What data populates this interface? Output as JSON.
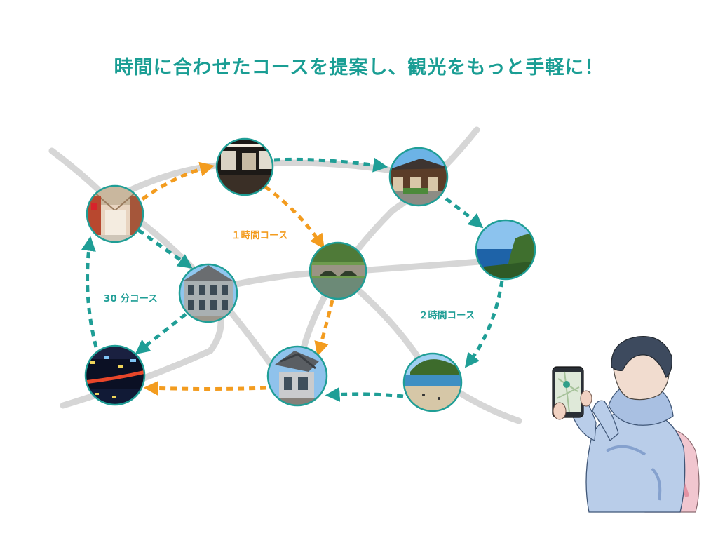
{
  "title": "時間に合わせたコースを提案し、観光をもっと手軽に！",
  "courses": [
    {
      "id": "30min",
      "label": "30 分コース",
      "color": "#1f9e96"
    },
    {
      "id": "1h",
      "label": "１時間コース",
      "color": "#f39c1f"
    },
    {
      "id": "2h",
      "label": "２時間コース",
      "color": "#1f9e96"
    }
  ],
  "spots": [
    {
      "id": "arcade",
      "icon": "shopping-arcade-photo"
    },
    {
      "id": "museum",
      "icon": "museum-hall-photo"
    },
    {
      "id": "old-house",
      "icon": "old-townhouse-photo"
    },
    {
      "id": "western-building",
      "icon": "western-style-building-photo"
    },
    {
      "id": "stone-bridge",
      "icon": "stone-arch-bridge-photo"
    },
    {
      "id": "sea-view",
      "icon": "coastal-sea-view-photo"
    },
    {
      "id": "night-city",
      "icon": "night-cityscape-photo"
    },
    {
      "id": "modern-building",
      "icon": "modern-architecture-photo"
    },
    {
      "id": "beach",
      "icon": "sandy-beach-photo"
    }
  ],
  "colors": {
    "teal": "#1f9e96",
    "orange": "#f39c1f",
    "road": "#d6d6d6",
    "title": "#1a9e94"
  }
}
